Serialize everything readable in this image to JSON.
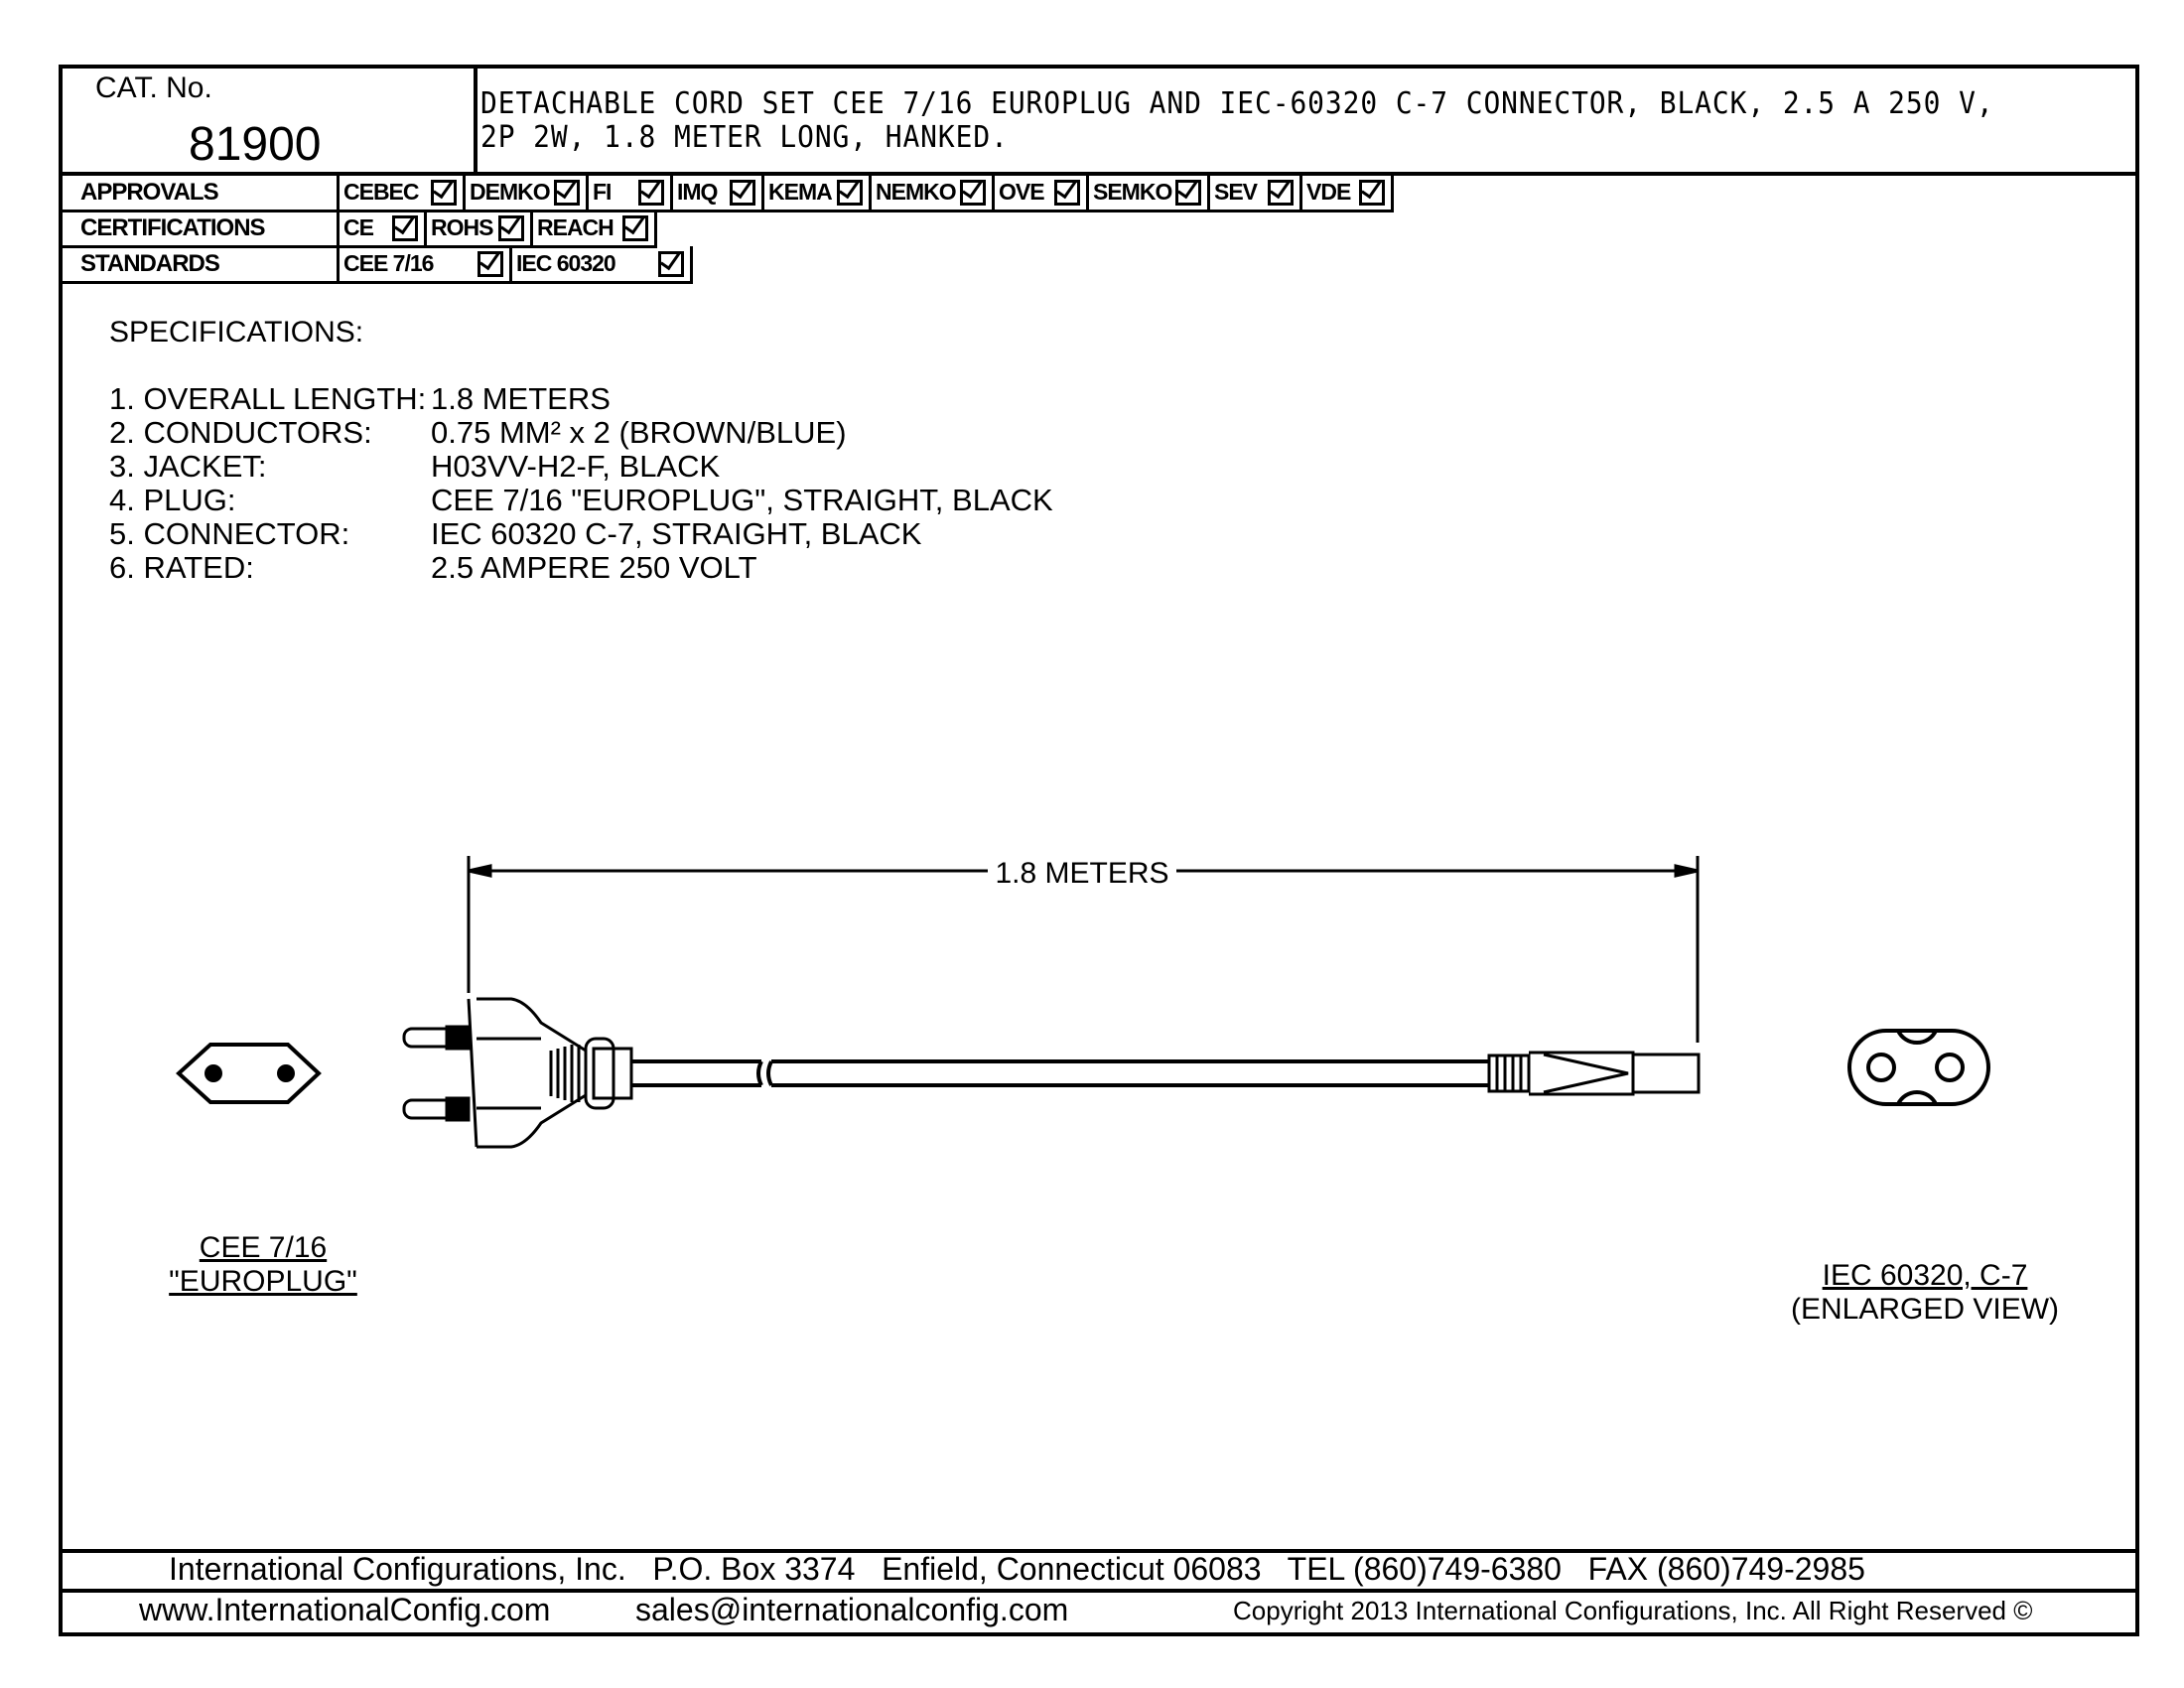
{
  "header": {
    "cat_label": "CAT. No.",
    "cat_number": "81900",
    "description_line1": "DETACHABLE CORD SET CEE 7/16 EUROPLUG AND IEC-60320 C-7 CONNECTOR, BLACK, 2.5 A 250 V,",
    "description_line2": "2P 2W, 1.8 METER LONG, HANKED."
  },
  "approvals": {
    "label": "APPROVALS",
    "items": [
      "CEBEC",
      "DEMKO",
      "FI",
      "IMQ",
      "KEMA",
      "NEMKO",
      "OVE",
      "SEMKO",
      "SEV",
      "VDE"
    ]
  },
  "certifications": {
    "label": "CERTIFICATIONS",
    "items": [
      "CE",
      "ROHS",
      "REACH"
    ]
  },
  "standards": {
    "label": "STANDARDS",
    "items": [
      "CEE 7/16",
      "IEC 60320"
    ]
  },
  "specifications": {
    "title": "SPECIFICATIONS:",
    "items": [
      {
        "label": "1. OVERALL LENGTH:",
        "value": "1.8 METERS"
      },
      {
        "label": "2. CONDUCTORS:",
        "value": "0.75 MM² x 2 (BROWN/BLUE)"
      },
      {
        "label": "3. JACKET:",
        "value": "H03VV-H2-F, BLACK"
      },
      {
        "label": "4. PLUG:",
        "value": "CEE 7/16 \"EUROPLUG\", STRAIGHT, BLACK"
      },
      {
        "label": "5. CONNECTOR:",
        "value": "IEC 60320 C-7, STRAIGHT, BLACK"
      },
      {
        "label": "6. RATED:",
        "value": "2.5 AMPERE 250 VOLT"
      }
    ]
  },
  "drawing": {
    "dimension": "1.8 METERS",
    "plug_label1": "CEE 7/16",
    "plug_label2": "\"EUROPLUG\"",
    "conn_label1": "IEC 60320, C-7",
    "conn_label2": "(ENLARGED VIEW)"
  },
  "footer": {
    "line1": "International Configurations, Inc.   P.O. Box 3374   Enfield, Connecticut 06083   TEL (860)749-6380   FAX (860)749-2985",
    "website": "www.InternationalConfig.com",
    "email": "sales@internationalconfig.com",
    "copyright": "Copyright 2013 International Configurations, Inc. All Right Reserved ©"
  }
}
